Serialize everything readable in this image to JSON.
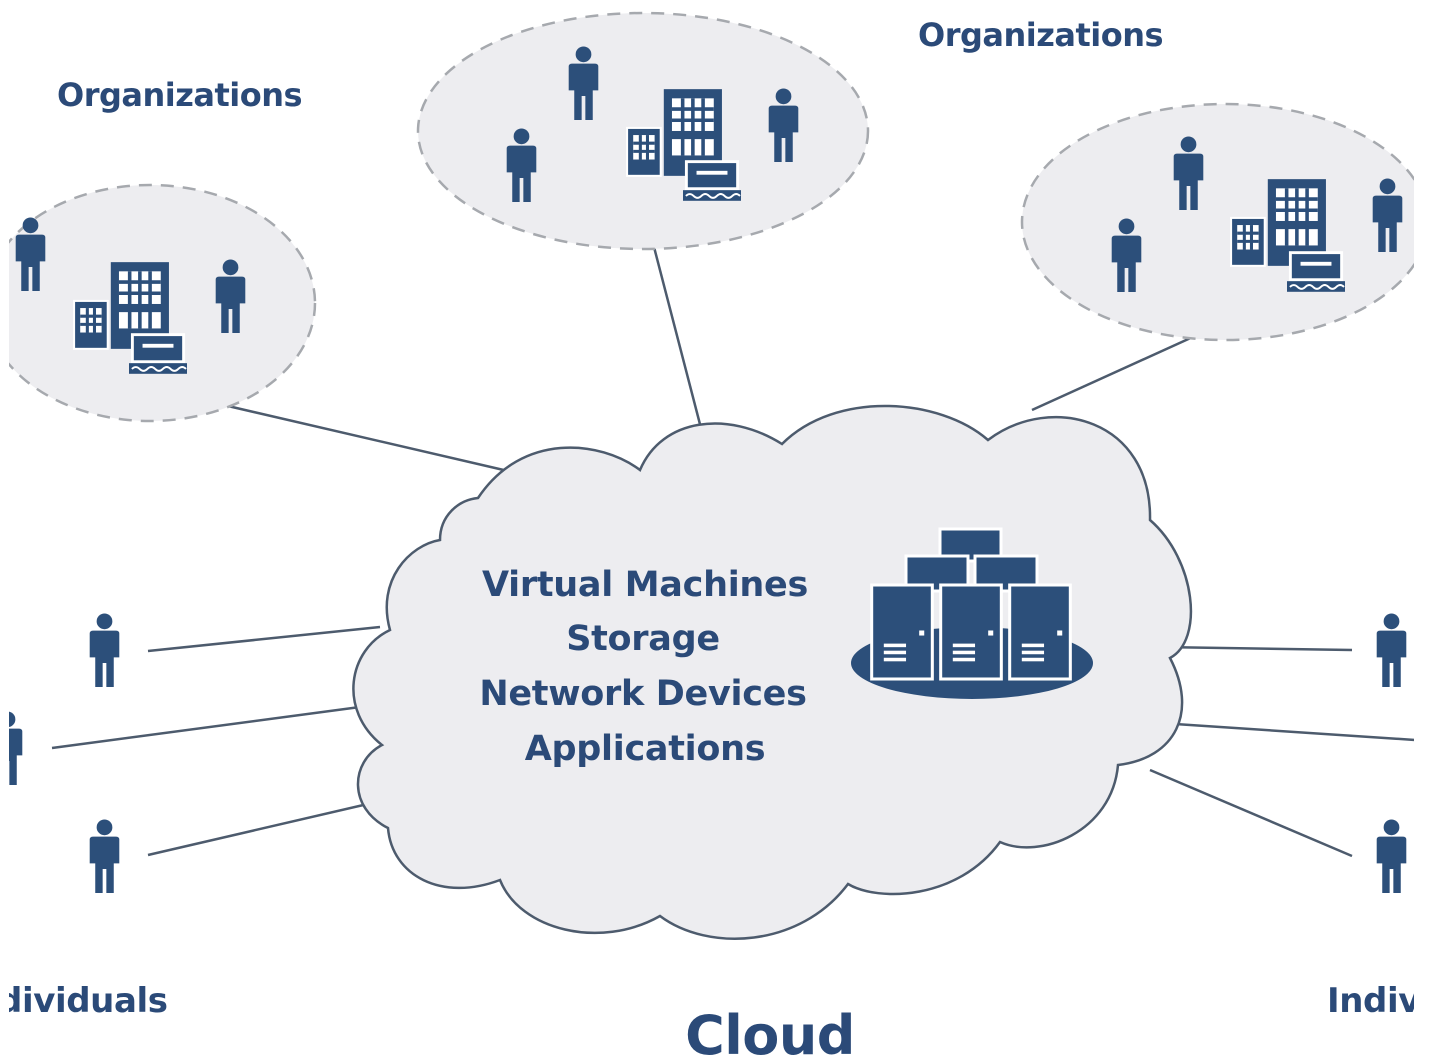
{
  "labels": {
    "organizations_left": "Organizations",
    "organizations_right": "Organizations",
    "individuals_left": "dividuals",
    "individuals_right": "Indiv",
    "cloud_title": "Cloud"
  },
  "cloud_services": [
    "Virtual Machines",
    "Storage",
    "Network Devices",
    "Applications"
  ],
  "icons": {
    "person": "person-icon",
    "building": "office-building-icon",
    "terminal": "computer-terminal-icon",
    "server": "server-rack-icon"
  },
  "colors": {
    "icon": "#2c4f7a",
    "text": "#2b4a78",
    "bubble_fill": "#ededf0",
    "bubble_stroke": "#a6a9ae",
    "line": "#4d5b6d",
    "background": "#ffffff"
  }
}
